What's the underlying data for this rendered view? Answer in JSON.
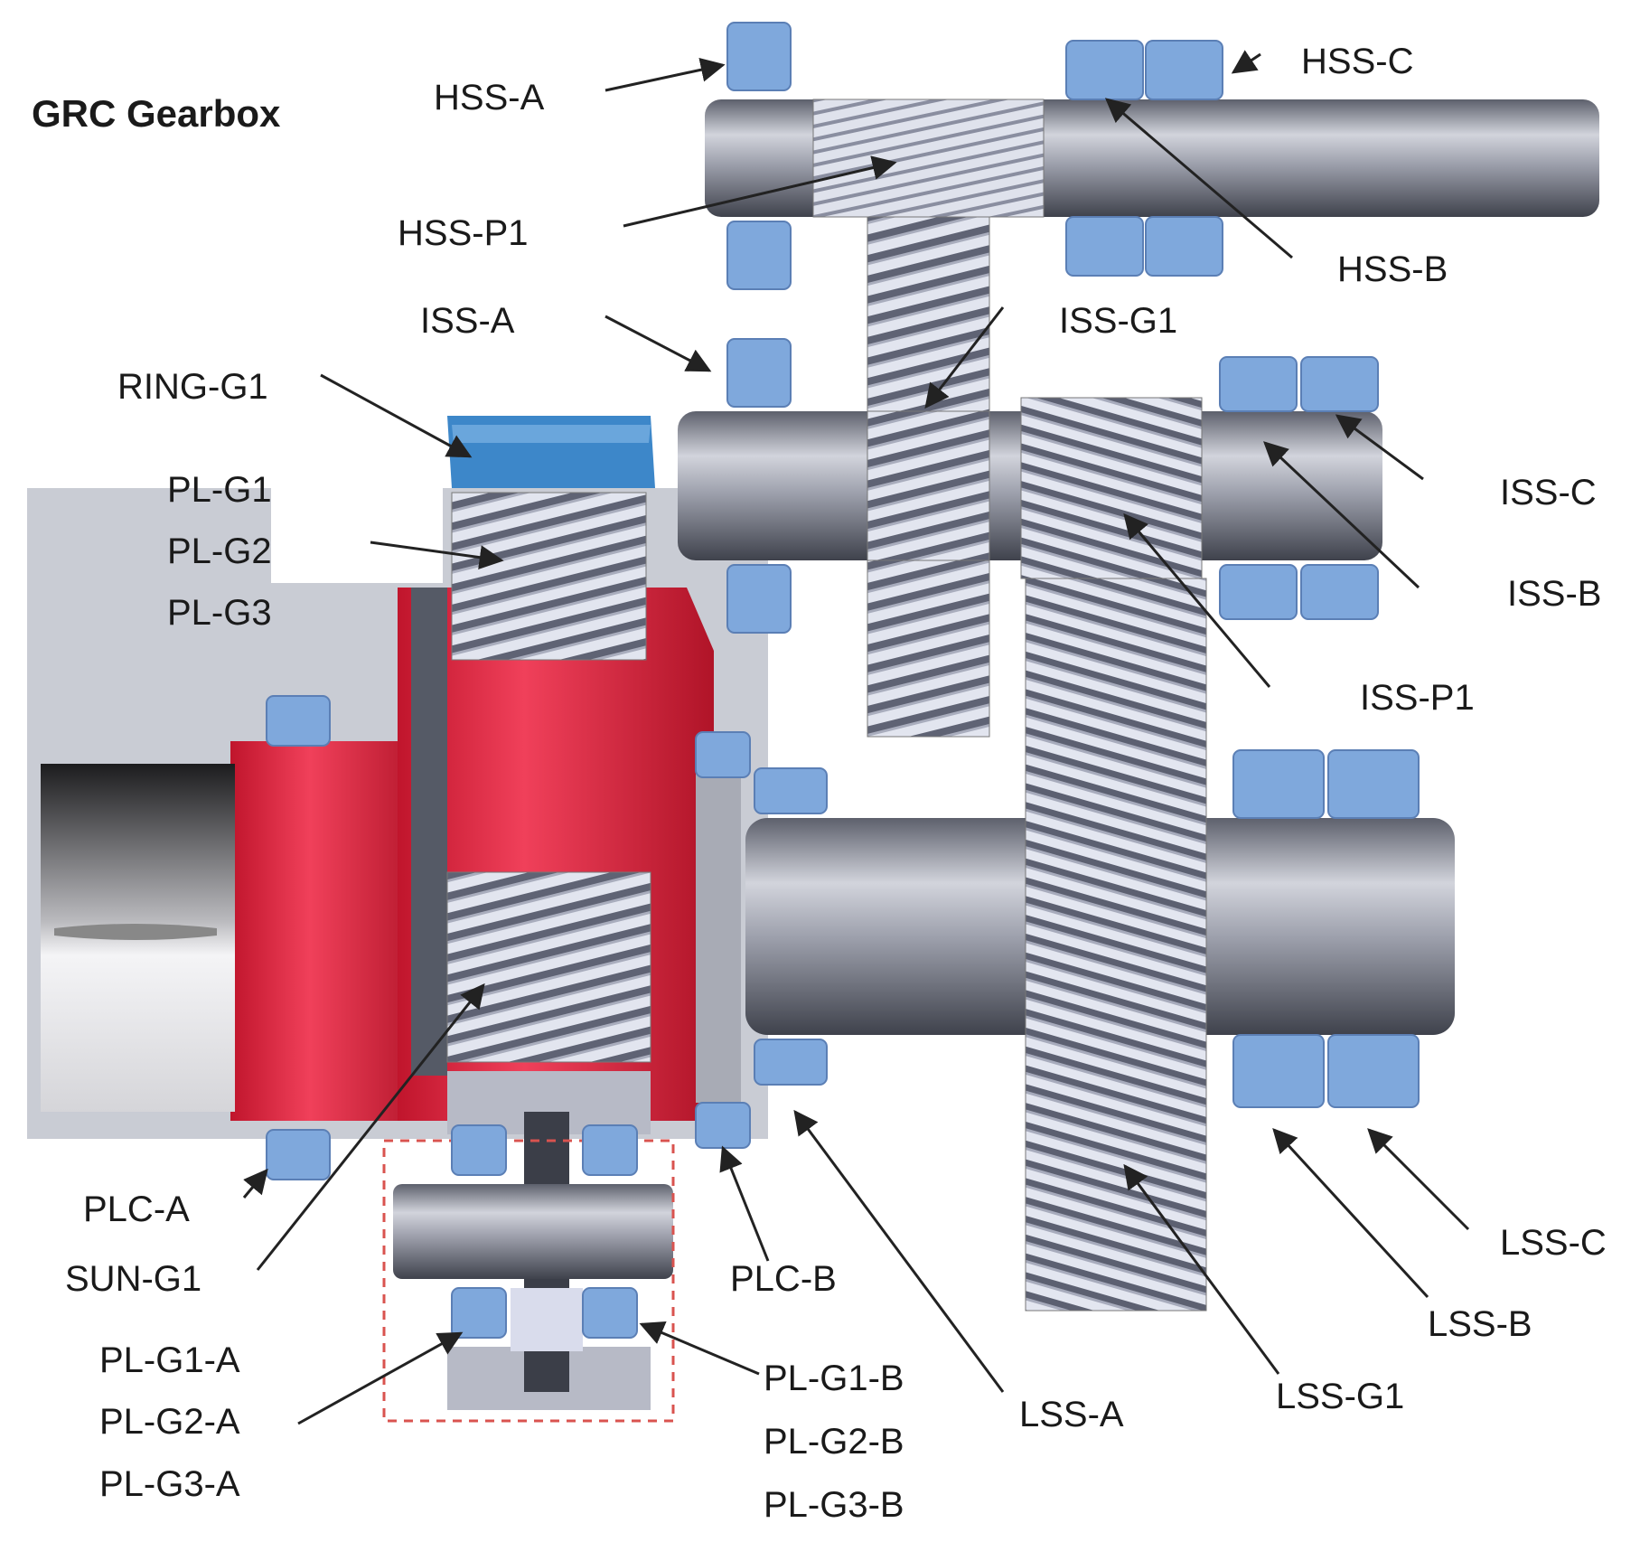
{
  "title": "GRC Gearbox",
  "labels": {
    "hss_a": "HSS-A",
    "hss_c": "HSS-C",
    "hss_p1": "HSS-P1",
    "hss_b": "HSS-B",
    "iss_a": "ISS-A",
    "iss_g1": "ISS-G1",
    "ring_g1": "RING-G1",
    "iss_c": "ISS-C",
    "pl_g1": "PL-G1",
    "pl_g2": "PL-G2",
    "pl_g3": "PL-G3",
    "iss_b": "ISS-B",
    "iss_p1": "ISS-P1",
    "plc_a": "PLC-A",
    "sun_g1": "SUN-G1",
    "plc_b": "PLC-B",
    "lss_c": "LSS-C",
    "lss_b": "LSS-B",
    "lss_a": "LSS-A",
    "lss_g1": "LSS-G1",
    "pl_g1_a": "PL-G1-A",
    "pl_g2_a": "PL-G2-A",
    "pl_g3_a": "PL-G3-A",
    "pl_g1_b": "PL-G1-B",
    "pl_g2_b": "PL-G2-B",
    "pl_g3_b": "PL-G3-B"
  },
  "colors": {
    "housing": "#c9ccd4",
    "carrier": "#e0283e",
    "ring_gear": "#3d87c9",
    "bearing": "#7fa8dc",
    "shaft": "#8c8f9c",
    "gear": "#c7cbd9",
    "callout_box": "#d9534f"
  }
}
